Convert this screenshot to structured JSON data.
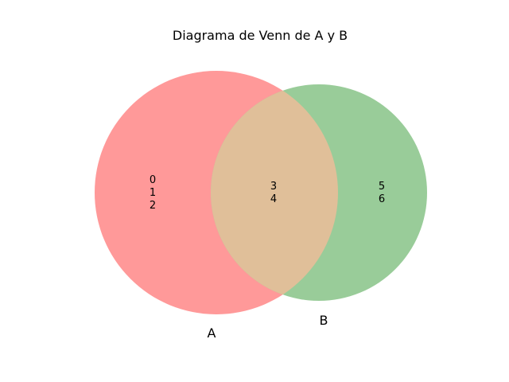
{
  "title": "Diagrama de Venn de A y B",
  "sets": [
    {
      "name": "A",
      "color": "#ff9999"
    },
    {
      "name": "B",
      "color": "#99cc99"
    }
  ],
  "intersection_color": "#e0bf99",
  "regions": {
    "a_only": [
      "0",
      "1",
      "2"
    ],
    "a_and_b": [
      "3",
      "4"
    ],
    "b_only": [
      "5",
      "6"
    ]
  }
}
